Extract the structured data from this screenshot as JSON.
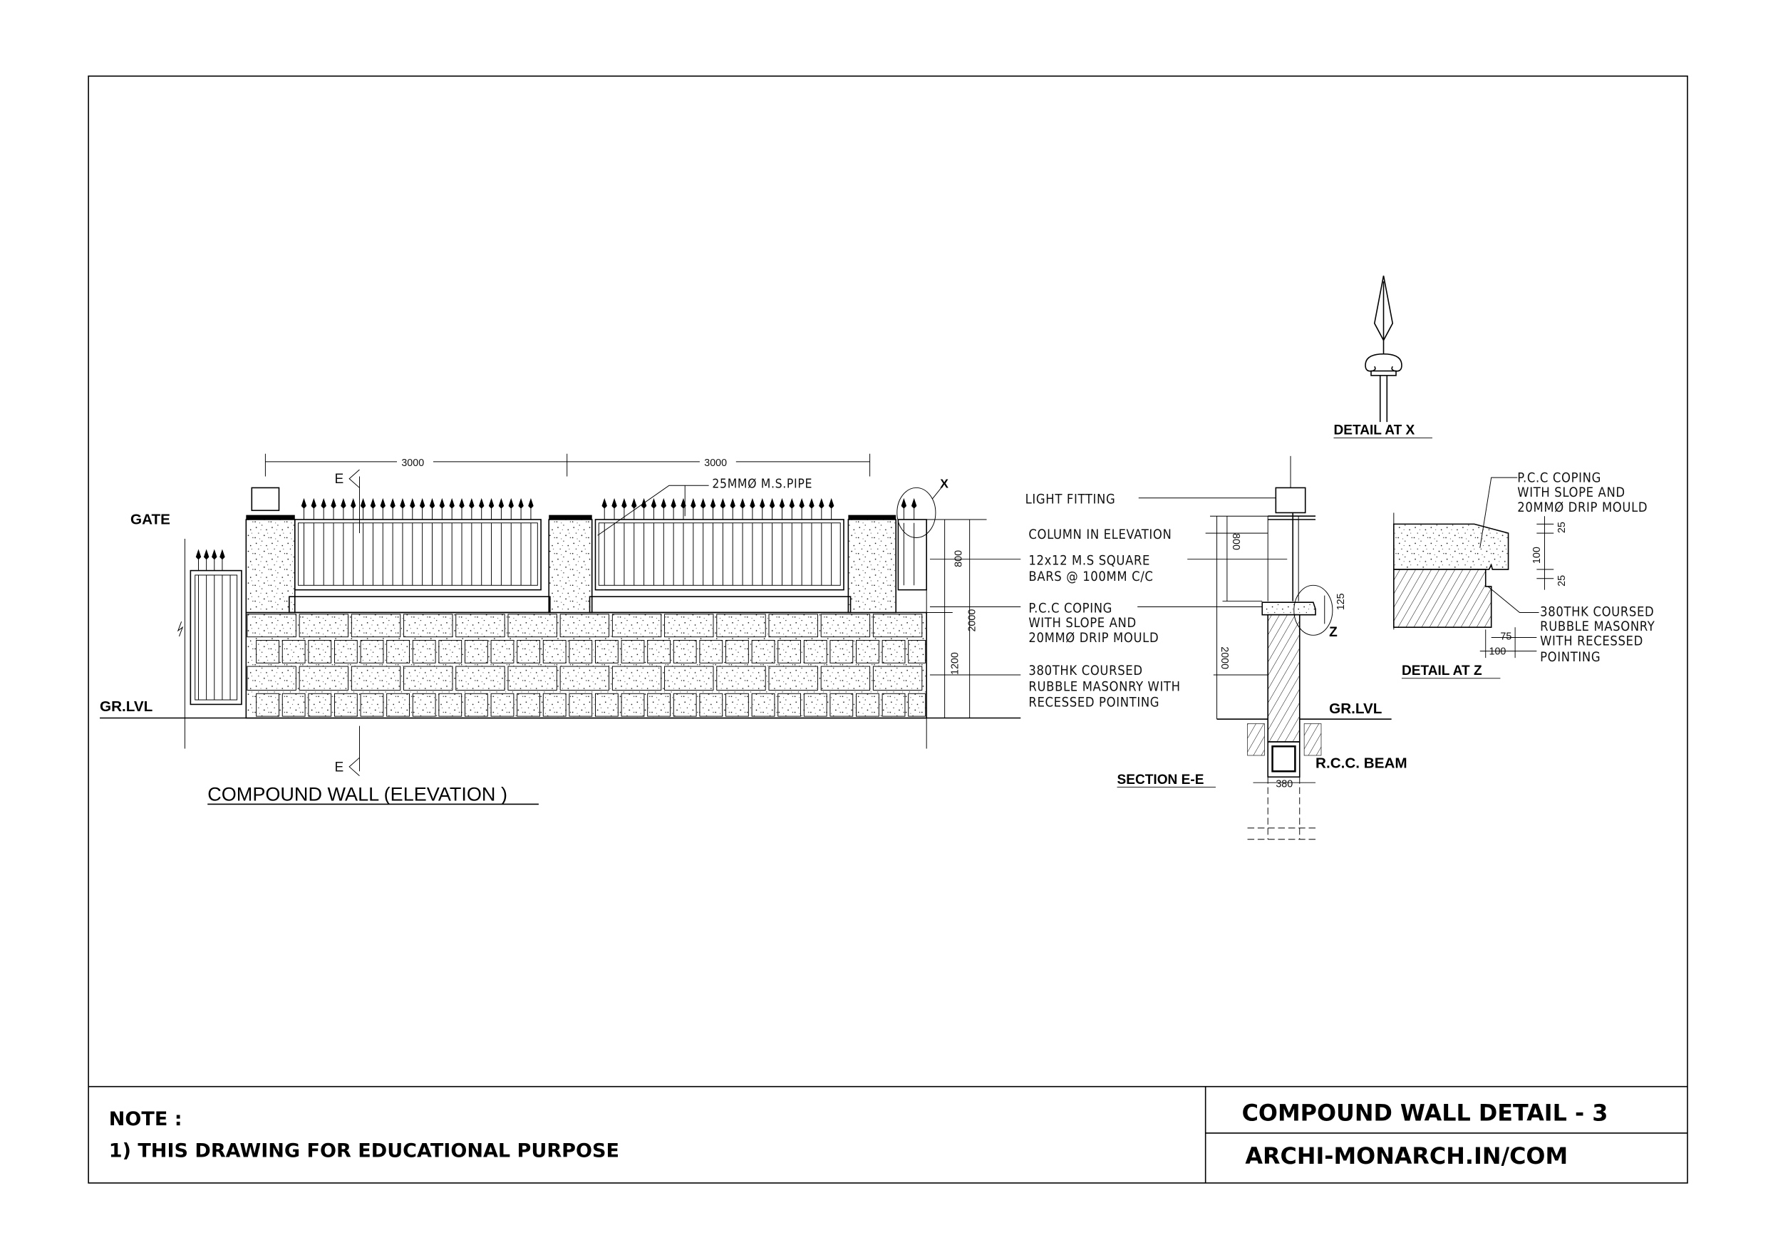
{
  "elevation": {
    "title": "COMPOUND WALL (ELEVATION )",
    "gate_label": "GATE",
    "ground_label": "GR.LVL",
    "section_marker": "E",
    "detail_marker": "X",
    "pipe_label": "25MMØ M.S.PIPE",
    "dims": {
      "bay1": "3000",
      "bay2": "3000",
      "upper": "800",
      "total": "2000",
      "lower": "1200"
    }
  },
  "callouts": {
    "light_fitting": "LIGHT FITTING",
    "column": "COLUMN IN ELEVATION",
    "bars_1": "12x12 M.S SQUARE",
    "bars_2": "BARS @ 100MM C/C",
    "coping_1": "P.C.C COPING",
    "coping_2": "WITH SLOPE AND",
    "coping_3": "20MMØ DRIP MOULD",
    "masonry_1": "380THK COURSED",
    "masonry_2": "RUBBLE MASONRY WITH",
    "masonry_3": "RECESSED POINTING"
  },
  "section": {
    "title": "SECTION E-E",
    "ground_label": "GR.LVL",
    "beam_label": "R.C.C. BEAM",
    "detail_marker": "Z",
    "dims": {
      "upper": "800",
      "total": "2000",
      "coping": "125",
      "width": "380"
    }
  },
  "detail_x": {
    "title": "DETAIL AT X"
  },
  "detail_z": {
    "title": "DETAIL AT Z",
    "coping_1": "P.C.C COPING",
    "coping_2": "WITH SLOPE AND",
    "coping_3": "20MMØ DRIP MOULD",
    "masonry_1": "380THK COURSED",
    "masonry_2": "RUBBLE MASONRY",
    "masonry_3": "WITH RECESSED",
    "masonry_4": "POINTING",
    "dims": {
      "top": "25",
      "thickness": "100",
      "drip": "25",
      "offset": "75",
      "projection": "100"
    }
  },
  "title_block": {
    "note_heading": "NOTE :",
    "note_1": "1) THIS DRAWING FOR EDUCATIONAL PURPOSE",
    "sheet_title": "COMPOUND WALL DETAIL - 3",
    "website": "ARCHI-MONARCH.IN/COM"
  }
}
